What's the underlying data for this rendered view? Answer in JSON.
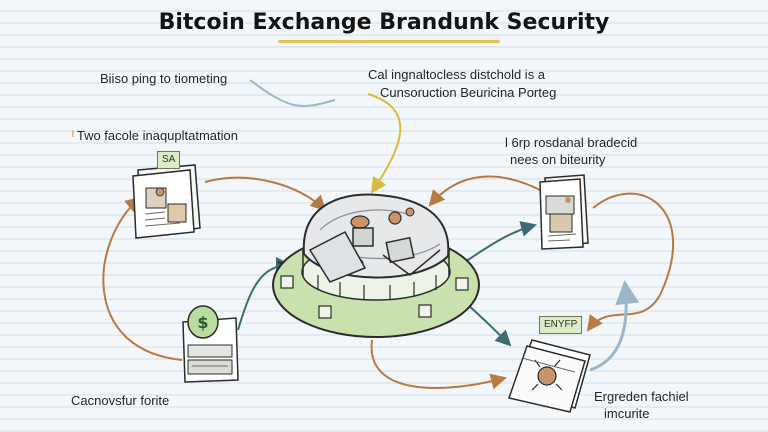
{
  "title": "Bitcoin Exchange Brandunk Security",
  "labels": {
    "top_left": "Biiso ping to tiometing",
    "top_center_line1": "Cal ingnaltocless distchold is  a",
    "top_center_line2": "Cunsoruction Beuricina Porteg",
    "mid_left": "Two facole inaqupltatmation",
    "mid_right_line1": "l 6rp rosdanal bradecid",
    "mid_right_line2": "nees on biteurity",
    "bottom_left": "Cacnovsfur forite",
    "bottom_right_line1": "Ergreden fachiel",
    "bottom_right_line2": "imcurite"
  },
  "tags": {
    "left_doc": "SA",
    "right_doc": "ENYFP"
  },
  "colors": {
    "arrow_orange": "#b77a45",
    "arrow_teal": "#3e6c73",
    "arrow_yellow": "#d8bb3a",
    "arrow_blue": "#9bb6c6",
    "platform_green": "#c9e2ad"
  }
}
